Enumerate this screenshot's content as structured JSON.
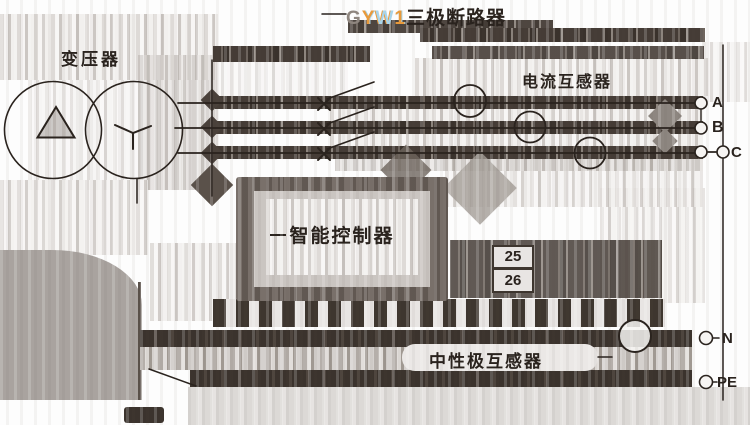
{
  "title": {
    "model_letters": [
      "G",
      "Y",
      "W",
      "1"
    ],
    "name": "三极断路器"
  },
  "labels": {
    "transformer": "变压器",
    "current_transformer": "电流互感器",
    "controller": "智能控制器",
    "neutral_transformer": "中性极互感器"
  },
  "terminals": {
    "phase_a": "A",
    "phase_b": "B",
    "phase_c": "C",
    "neutral": "N",
    "protective_earth": "PE",
    "terminal_25": "25",
    "terminal_26": "26"
  },
  "colors": {
    "model_gray": "#8f867f",
    "model_orange": "#e89a3c",
    "model_blue": "#a8d4ea",
    "ink": "#2a231e",
    "dark_band": "#443b35",
    "mid_gray": "#9a938d",
    "light_gray": "#d8d4d1"
  }
}
